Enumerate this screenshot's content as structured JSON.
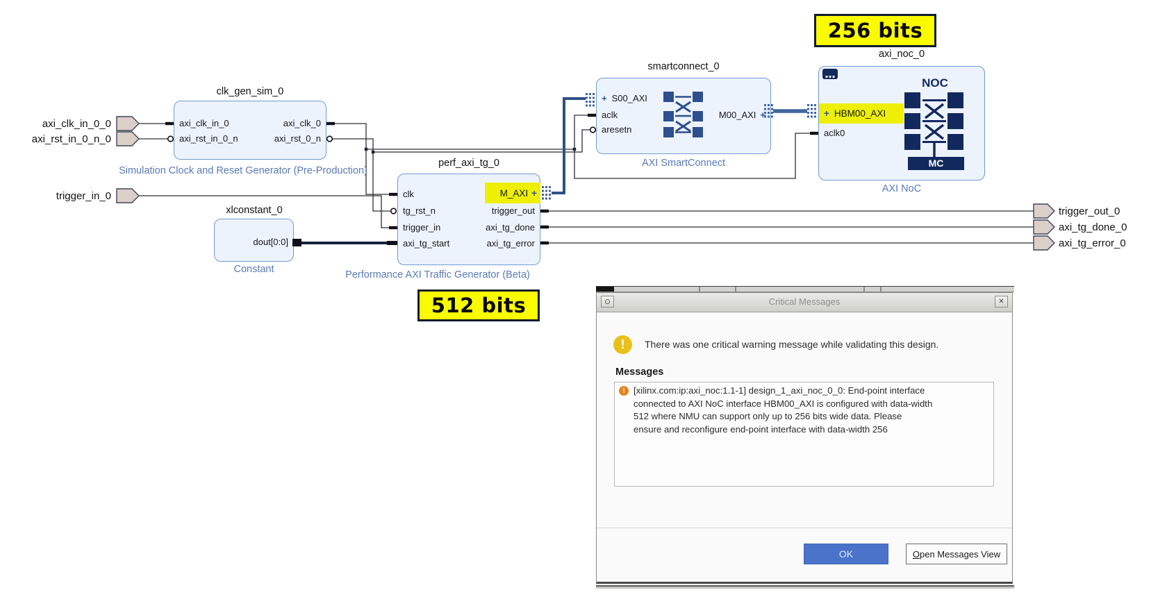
{
  "diagram": {
    "plus": "+",
    "labels": {
      "bits_top": "256 bits",
      "bits_bottom": "512 bits"
    },
    "external_ports": {
      "axi_clk_in": "axi_clk_in_0_0",
      "axi_rst_in": "axi_rst_in_0_n_0",
      "trigger_in": "trigger_in_0",
      "trigger_out": "trigger_out_0",
      "axi_tg_done": "axi_tg_done_0",
      "axi_tg_error": "axi_tg_error_0"
    },
    "clk_gen": {
      "title": "clk_gen_sim_0",
      "caption": "Simulation Clock and Reset Generator (Pre-Production)",
      "ports": {
        "in_clk": "axi_clk_in_0",
        "in_rst": "axi_rst_in_0_n",
        "out_clk": "axi_clk_0",
        "out_rst": "axi_rst_0_n"
      }
    },
    "xlconstant": {
      "title": "xlconstant_0",
      "caption": "Constant",
      "ports": {
        "dout": "dout[0:0]"
      }
    },
    "perf": {
      "title": "perf_axi_tg_0",
      "caption": "Performance AXI Traffic Generator (Beta)",
      "ports": {
        "clk": "clk",
        "tg_rst_n": "tg_rst_n",
        "trigger_in": "trigger_in",
        "axi_tg_start": "axi_tg_start",
        "m_axi": "M_AXI",
        "trigger_out": "trigger_out",
        "axi_tg_done": "axi_tg_done",
        "axi_tg_error": "axi_tg_error"
      }
    },
    "smartconnect": {
      "title": "smartconnect_0",
      "caption": "AXI SmartConnect",
      "ports": {
        "s00_axi": "S00_AXI",
        "aclk": "aclk",
        "aresetn": "aresetn",
        "m00_axi": "M00_AXI"
      }
    },
    "axi_noc": {
      "title": "axi_noc_0",
      "caption": "AXI NoC",
      "noc_label": "NOC",
      "mc_label": "MC",
      "ports": {
        "hbm00_axi": "HBM00_AXI",
        "aclk0": "aclk0"
      }
    }
  },
  "dialog": {
    "title": "Critical Messages",
    "close_icon": "✕",
    "warning_glyph": "!",
    "summary": "There was one critical warning message while validating this design.",
    "messages_label": "Messages",
    "message_lines": [
      "[xilinx.com:ip:axi_noc:1.1-1] design_1_axi_noc_0_0: End-point interface",
      "connected to AXI NoC interface HBM00_AXI is configured with data-width",
      "512 where NMU can support only up to 256 bits wide data. Please",
      "ensure and reconfigure end-point interface with data-width 256"
    ],
    "buttons": {
      "ok": "OK",
      "open_messages": {
        "mnemonic": "O",
        "rest": "pen Messages View"
      }
    }
  },
  "colors": {
    "interface_highlight": "#edf005",
    "bits_label_yellow": "#fbfb00",
    "block_fill": "#edf3fc",
    "block_border": "#6f9bd1",
    "caption_blue": "#5a7ab8",
    "navy": "#12295e",
    "interface_wire_blue": "#2e5186",
    "ok_button_blue": "#4a73c9",
    "warning_yellow": "#e9c018",
    "warning_orange": "#e8841e"
  }
}
